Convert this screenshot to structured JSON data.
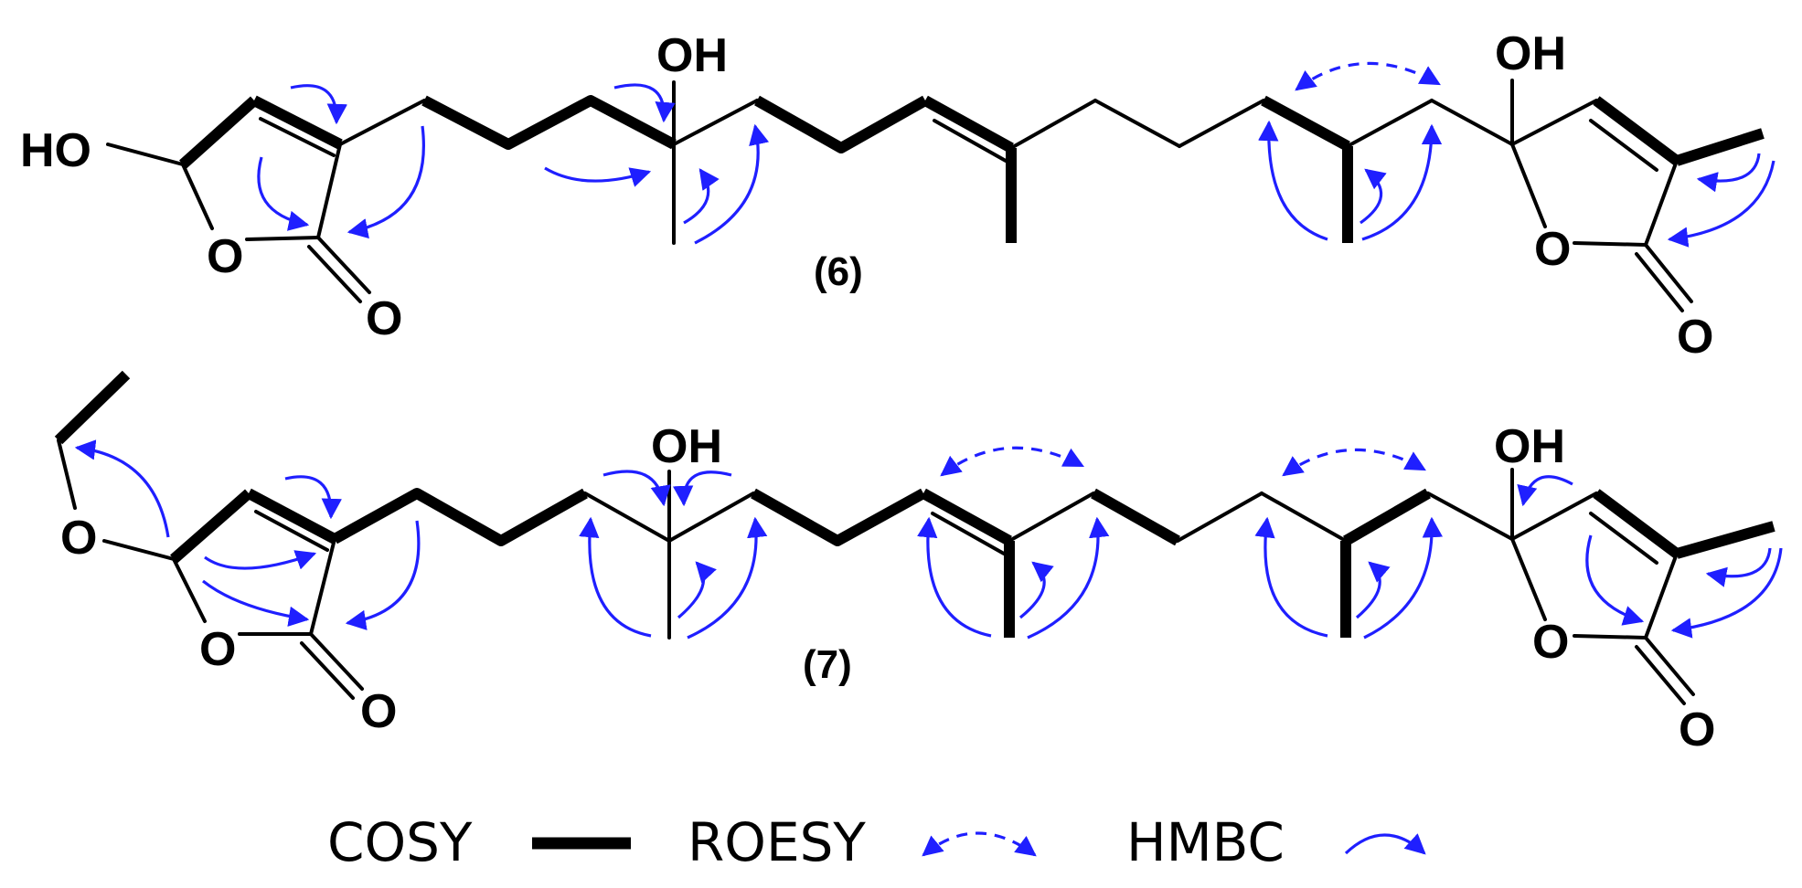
{
  "colors": {
    "bond": "#000000",
    "correlation_arrow": "#1f1fff",
    "background": "#ffffff"
  },
  "compound_6": {
    "label": "(6)",
    "hydroxyl_left": "HO",
    "hydroxyl_mid": "OH",
    "hydroxyl_right": "OH",
    "ring_o_left": "O",
    "carbonyl_o_left": "O",
    "ring_o_right": "O",
    "carbonyl_o_right": "O"
  },
  "compound_7": {
    "label": "(7)",
    "ether_o": "O",
    "hydroxyl_mid": "OH",
    "hydroxyl_right": "OH",
    "ring_o_left": "O",
    "carbonyl_o_left": "O",
    "ring_o_right": "O",
    "carbonyl_o_right": "O"
  },
  "legend": {
    "cosy": "COSY",
    "roesy": "ROESY",
    "hmbc": "HMBC"
  }
}
